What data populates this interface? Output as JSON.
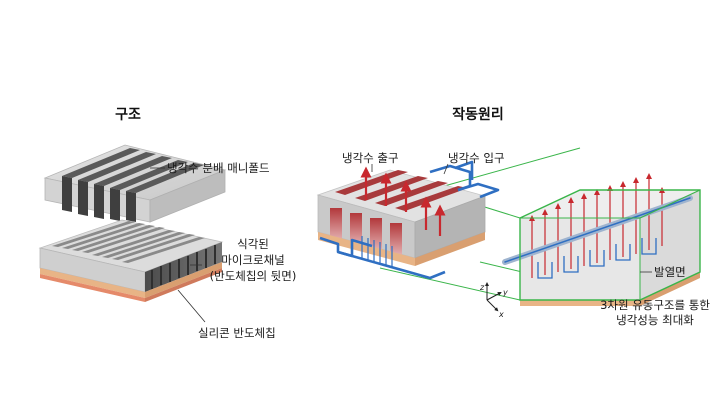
{
  "left_panel": {
    "title": "구조",
    "labels": {
      "manifold": "냉각수 분배 매니폴드",
      "etched_line1": "식각된",
      "etched_line2": "마이크로채널",
      "etched_line3": "(반도체칩의 뒷면)",
      "chip": "실리콘 반도체칩"
    }
  },
  "right_panel": {
    "title": "작동원리",
    "labels": {
      "outlet": "냉각수 출구",
      "inlet": "냉각수 입구",
      "heat_surface": "발열면",
      "caption_line1": "3차원 유동구조를 통한",
      "caption_line2": "냉각성능 최대화"
    },
    "axes": {
      "x": "x",
      "y": "y",
      "z": "z"
    }
  },
  "colors": {
    "inflow": "#2f6fc2",
    "outflow": "#c8282e",
    "zoom_box": "#3ab54a",
    "chip_layer": "#e8b486",
    "hot_layer": "#e58a6a"
  }
}
